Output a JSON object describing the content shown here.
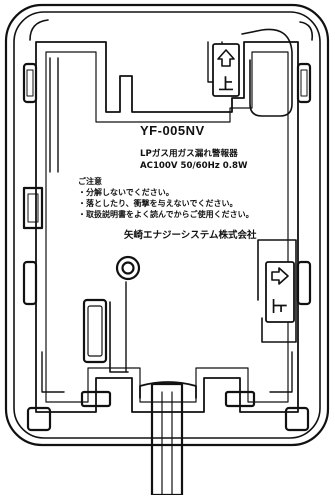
{
  "label": {
    "model": "YF-005NV",
    "product": "LPガス用ガス漏れ警報器",
    "power": "AC100V  50/60Hz  0.8W",
    "caution_heading": "ご注意",
    "cautions": [
      "・分解しないでください。",
      "・落としたり、衝撃を与えないでください。",
      "・取扱説明書をよく読んでからご使用ください。"
    ],
    "maker": "矢崎エナジーシステム株式会社"
  },
  "markings": {
    "top_direction": "上",
    "side_direction": "上"
  },
  "colors": {
    "background": "#ffffff",
    "line": "#111111"
  }
}
